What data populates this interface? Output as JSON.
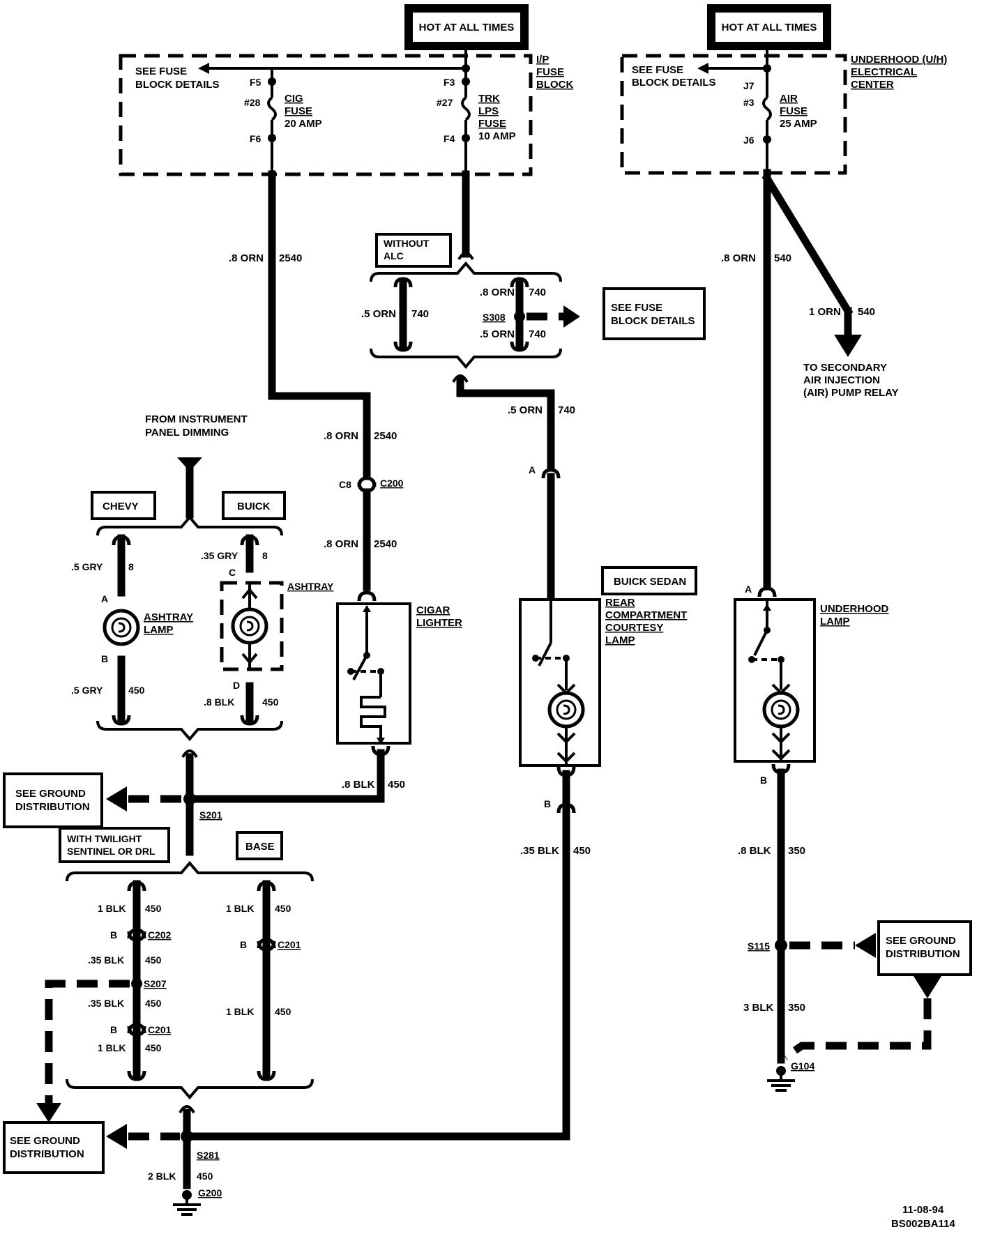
{
  "hot_left": "HOT AT ALL TIMES",
  "hot_right": "HOT AT ALL TIMES",
  "ip_fuse_block": {
    "line1": "I/P",
    "line2": "FUSE",
    "line3": "BLOCK"
  },
  "see_fuse_left": {
    "line1": "SEE FUSE",
    "line2": "BLOCK DETAILS"
  },
  "cig_fuse": {
    "f_top": "F5",
    "f_bot": "F6",
    "num": "#28",
    "name1": "CIG",
    "name2": "FUSE",
    "rating": "20 AMP"
  },
  "trk_fuse": {
    "f_top": "F3",
    "f_bot": "F4",
    "num": "#27",
    "name1": "TRK",
    "name2": "LPS",
    "name3": "FUSE",
    "rating": "10 AMP"
  },
  "uh_center": {
    "line1": "UNDERHOOD (U/H)",
    "line2": "ELECTRICAL",
    "line3": "CENTER"
  },
  "see_fuse_right": {
    "line1": "SEE FUSE",
    "line2": "BLOCK DETAILS"
  },
  "air_fuse": {
    "f_top": "J7",
    "f_bot": "J6",
    "num": "#3",
    "name1": "AIR",
    "name2": "FUSE",
    "rating": "25  AMP"
  },
  "wires": {
    "w_orn_2540_a": ".8 ORN",
    "c_2540_a": "2540",
    "w_orn_2540_b": ".8 ORN",
    "c_2540_b": "2540",
    "w_orn_2540_c": ".8 ORN",
    "c_2540_c": "2540",
    "w_orn_540_a": ".8 ORN",
    "c_540_a": "540",
    "w_orn_540_b": "1 ORN",
    "c_540_b": "540",
    "w_orn_740_l": ".5 ORN",
    "c_740_l": "740",
    "w_orn_740_t": ".8 ORN",
    "c_740_t": "740",
    "w_orn_740_b": ".5 ORN",
    "c_740_b": "740",
    "w_orn_740_d": ".5 ORN",
    "c_740_d": "740",
    "w_gry_8_a": ".5  GRY",
    "c_8_a": "8",
    "w_gry_8_b": ".35  GRY",
    "c_8_b": "8",
    "w_gry_450": ".5  GRY",
    "c_450_gry": "450",
    "w_blk_450_ash": ".8  BLK",
    "c_450_ash": "450",
    "w_blk_450_cig": ".8 BLK",
    "c_450_cig": "450",
    "w_blk_450_rear": ".35 BLK",
    "c_450_rear": "450",
    "w_blk_350_a": ".8 BLK",
    "c_350_a": "350",
    "w_blk_350_b": "3 BLK",
    "c_350_b": "350",
    "w_blk_450_t1": "1 BLK",
    "c_450_t1": "450",
    "w_blk_450_t2": ".35 BLK",
    "c_450_t2": "450",
    "w_blk_450_t3": ".35 BLK",
    "c_450_t3": "450",
    "w_blk_450_t4": "1 BLK",
    "c_450_t4": "450",
    "w_blk_450_b1": "1 BLK",
    "c_450_b1": "450",
    "w_blk_450_b2": "1 BLK",
    "c_450_b2": "450",
    "w_blk_450_g": "2 BLK",
    "c_450_g": "450"
  },
  "without_alc": {
    "line1": "WITHOUT",
    "line2": "ALC"
  },
  "s308": "S308",
  "see_fuse_mid": {
    "line1": "SEE FUSE",
    "line2": "BLOCK DETAILS"
  },
  "secondary_air": {
    "line1": "TO SECONDARY",
    "line2": "AIR INJECTION",
    "line3": "(AIR) PUMP RELAY"
  },
  "from_ipd": {
    "line1": "FROM INSTRUMENT",
    "line2": "PANEL DIMMING"
  },
  "chevy": "CHEVY",
  "buick": "BUICK",
  "ashtray": "ASHTRAY",
  "ashtray_lamp": {
    "line1": "ASHTRAY",
    "line2": "LAMP"
  },
  "pins": {
    "a": "A",
    "b": "B",
    "c": "C",
    "d": "D",
    "c8": "C8",
    "a_rear": "A",
    "b_rear": "B",
    "a_uh": "A",
    "b_uh": "B",
    "b_c202": "B",
    "b_c201a": "B",
    "b_c201b": "B"
  },
  "c200": "C200",
  "cigar_lighter": {
    "line1": "CIGAR",
    "line2": "LIGHTER"
  },
  "buick_sedan": "BUICK SEDAN",
  "rear_lamp": {
    "line1": "REAR",
    "line2": "COMPARTMENT",
    "line3": "COURTESY",
    "line4": "LAMP"
  },
  "uh_lamp": {
    "line1": "UNDERHOOD",
    "line2": "LAMP"
  },
  "see_ground_1": {
    "line1": "SEE GROUND",
    "line2": "DISTRIBUTION"
  },
  "see_ground_2": {
    "line1": "SEE GROUND",
    "line2": "DISTRIBUTION"
  },
  "see_ground_3": {
    "line1": "SEE GROUND",
    "line2": "DISTRIBUTION"
  },
  "s201": "S201",
  "twilight": {
    "line1": "WITH TWILIGHT",
    "line2": "SENTINEL OR DRL"
  },
  "base": "BASE",
  "c202": "C202",
  "s207": "S207",
  "c201_a": "C201",
  "c201_b": "C201",
  "s281": "S281",
  "g200": "G200",
  "s115": "S115",
  "g104": "G104",
  "footer": {
    "date": "11-08-94",
    "code": "BS002BA114"
  }
}
